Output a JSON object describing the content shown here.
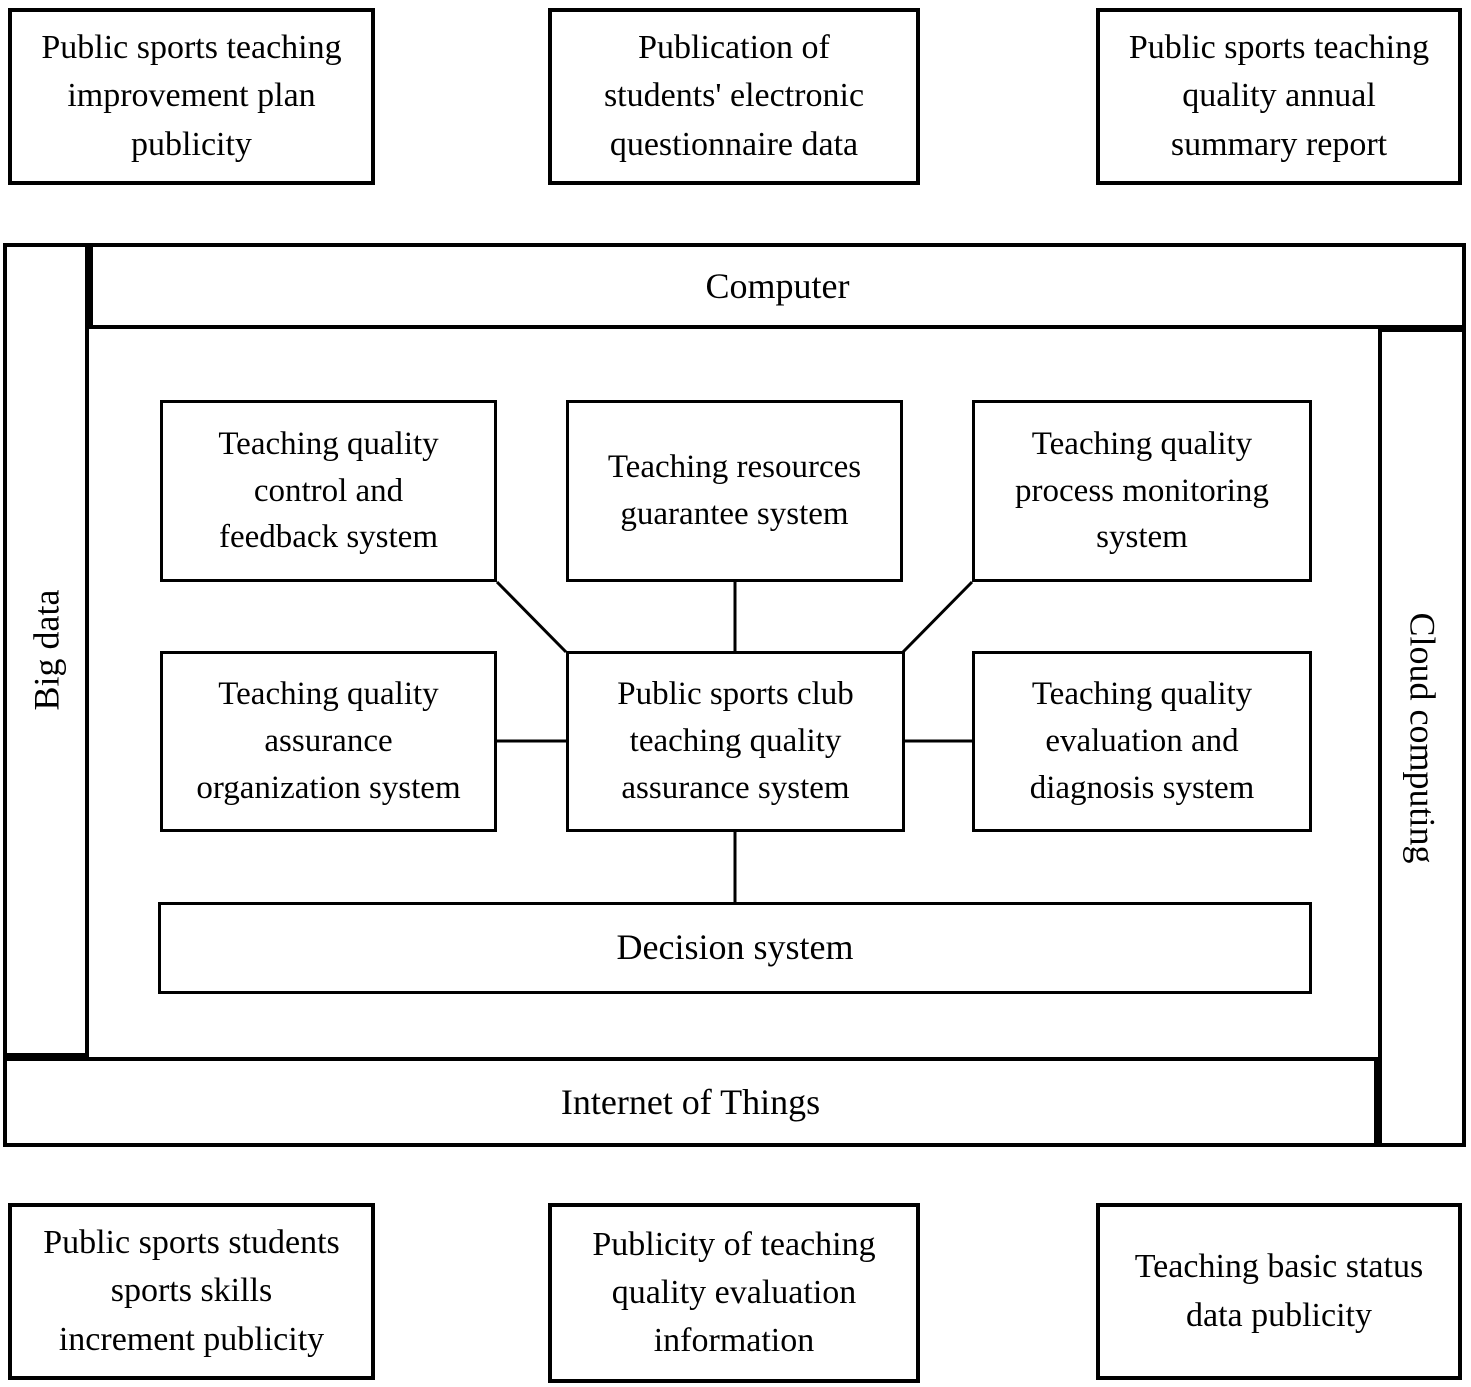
{
  "top_row": [
    {
      "label": "Public sports teaching\nimprovement plan\npublicity"
    },
    {
      "label": "Publication of\nstudents' electronic\nquestionnaire data"
    },
    {
      "label": "Public sports teaching\nquality annual\nsummary report"
    }
  ],
  "frame": {
    "computer_label": "Computer",
    "big_data_label": "Big data",
    "cloud_computing_label": "Cloud computing",
    "iot_label": "Internet of Things"
  },
  "systems": {
    "row1": [
      {
        "label": "Teaching quality\ncontrol and\nfeedback system"
      },
      {
        "label": "Teaching resources\nguarantee system"
      },
      {
        "label": "Teaching quality\nprocess monitoring\nsystem"
      }
    ],
    "row2": [
      {
        "label": "Teaching quality\nassurance\norganization system"
      },
      {
        "label": "Public sports club\nteaching quality\nassurance system"
      },
      {
        "label": "Teaching quality\nevaluation and\ndiagnosis system"
      }
    ],
    "decision_label": "Decision system"
  },
  "bottom_row": [
    {
      "label": "Public sports students\nsports skills\nincrement publicity"
    },
    {
      "label": "Publicity of teaching\nquality evaluation\ninformation"
    },
    {
      "label": "Teaching basic status\ndata publicity"
    }
  ],
  "colors": {
    "border": "#000000",
    "background": "#ffffff",
    "text": "#000000"
  }
}
